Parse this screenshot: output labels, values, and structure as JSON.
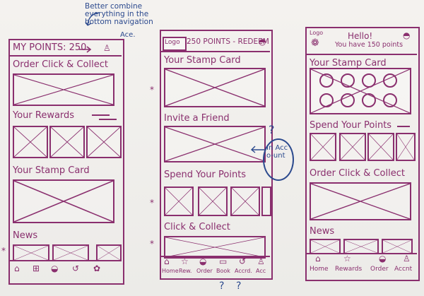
{
  "sketch_notes": {
    "top_note": "Better combine everything in the bottom navigation",
    "top_note_author": "Ace.",
    "question_mark_1": "?",
    "question_mark_2": "?",
    "question_mark_3": "?",
    "account_note": "In Acco-unt",
    "stars": [
      "*",
      "*",
      "*",
      "*"
    ]
  },
  "screen1": {
    "header": "MY POINTS: 250",
    "sections": {
      "order": "Order Click & Collect",
      "rewards": "Your Rewards",
      "stamp": "Your Stamp Card",
      "news": "News"
    }
  },
  "screen2": {
    "logo": "Logo",
    "header": "250 POINTS - REDEEM",
    "sections": {
      "stamp": "Your Stamp Card",
      "invite": "Invite a Friend",
      "spend": "Spend Your Points",
      "collect": "Click & Collect"
    },
    "nav": [
      "Home",
      "Rew.",
      "Order",
      "Book",
      "Accrd.",
      "Acc"
    ]
  },
  "screen3": {
    "logo": "Logo",
    "hello": "Hello!",
    "points": "You have 150 points",
    "sections": {
      "stamp": "Your Stamp Card",
      "spend": "Spend Your Points",
      "order": "Order Click & Collect",
      "news": "News"
    },
    "nav": [
      "Home",
      "Rewards",
      "Order",
      "Accnt"
    ]
  },
  "colors": {
    "ink": "#8a2f6e",
    "note_ink": "#2c4a8e",
    "paper": "#f2f0ed"
  },
  "icons": [
    "person-icon",
    "gift-icon",
    "cup-icon",
    "refresh-icon",
    "flower-icon",
    "star-icon",
    "calendar-icon",
    "home-icon",
    "bag-icon"
  ]
}
